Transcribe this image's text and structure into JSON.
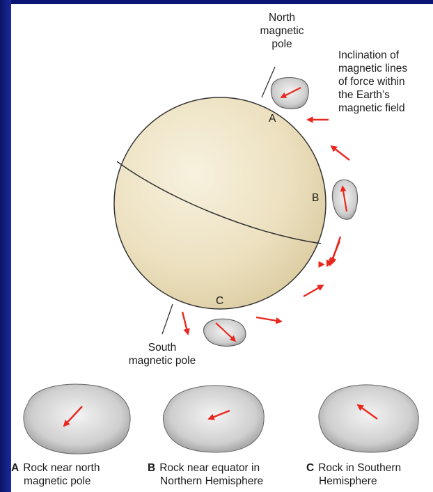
{
  "labels": {
    "north_pole": [
      "North",
      "magnetic",
      "pole"
    ],
    "inclination": [
      "Inclination of",
      "magnetic lines",
      "of force within",
      "the Earth’s",
      "magnetic field"
    ],
    "south_pole": [
      "South",
      "magnetic pole"
    ],
    "point_a": "A",
    "point_b": "B",
    "point_c": "C"
  },
  "captions": [
    {
      "letter": "A",
      "line1": "Rock near north",
      "line2": "magnetic pole"
    },
    {
      "letter": "B",
      "line1": "Rock near equator in",
      "line2": "Northern Hemisphere"
    },
    {
      "letter": "C",
      "line1": "Rock in Southern",
      "line2": "Hemisphere"
    }
  ],
  "colors": {
    "background": "#0b1573",
    "arrow": "#e8281e",
    "globe_light": "#f4ecd6",
    "globe_dark": "#d8c9a0",
    "rock": "#c9c9c9"
  }
}
